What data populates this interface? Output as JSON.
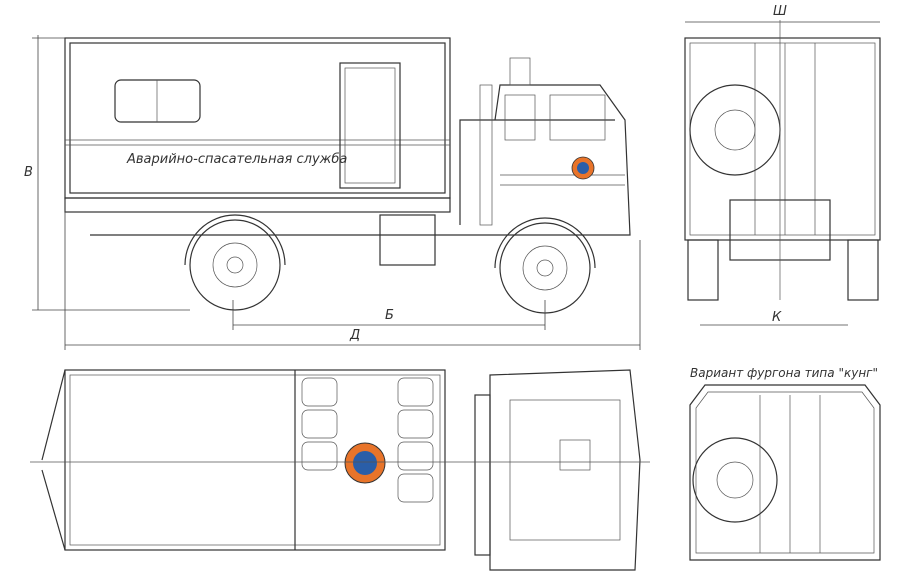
{
  "side_view": {
    "body_text": "Аварийно-спасательная служба"
  },
  "dimensions": {
    "height": "В",
    "wheelbase": "Б",
    "length": "Д",
    "width": "Ш",
    "track": "К"
  },
  "kung_view": {
    "caption": "Вариант фургона типа \"кунг\""
  },
  "colors": {
    "emblem_orange": "#e8742a",
    "emblem_blue": "#2a5ea8"
  }
}
